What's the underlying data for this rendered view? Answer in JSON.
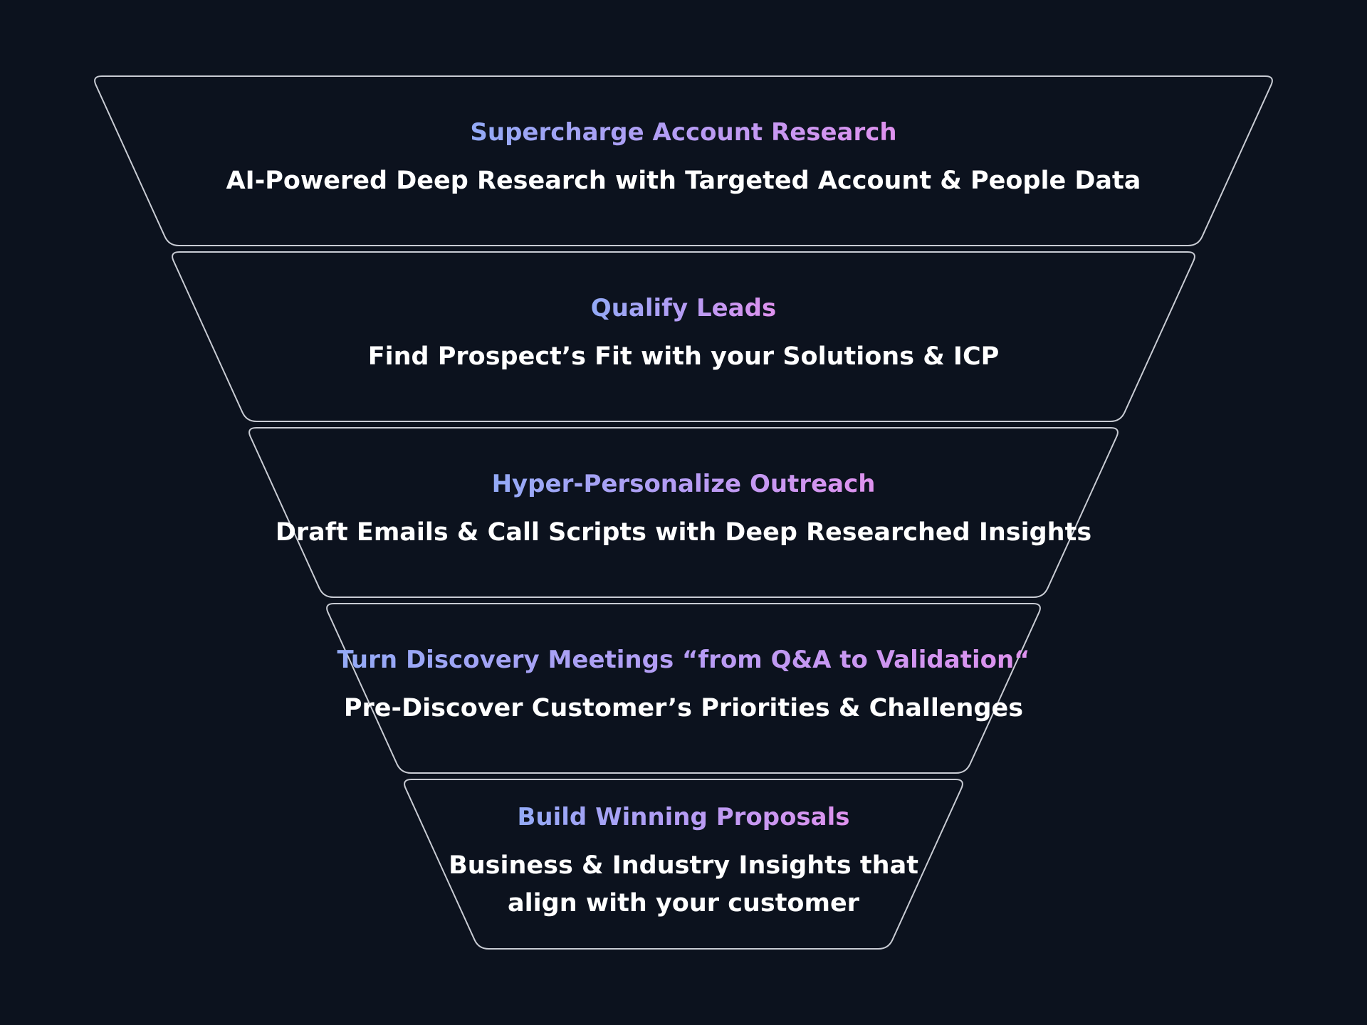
{
  "colors": {
    "background": "#0c121e",
    "outline": "#c9ccd4",
    "title_gradient": [
      "#93aaf6",
      "#b59cf4",
      "#df92ee"
    ],
    "description": "#ffffff"
  },
  "stages": [
    {
      "title": "Supercharge Account Research",
      "description": [
        "AI-Powered Deep Research with Targeted Account & People Data"
      ]
    },
    {
      "title": "Qualify Leads",
      "description": [
        "Find Prospect’s Fit with your Solutions & ICP"
      ]
    },
    {
      "title": "Hyper-Personalize Outreach",
      "description": [
        "Draft Emails & Call Scripts with Deep Researched Insights"
      ]
    },
    {
      "title": "Turn Discovery Meetings “from Q&A to Validation“",
      "description": [
        "Pre-Discover Customer’s Priorities & Challenges"
      ]
    },
    {
      "title": "Build Winning Proposals",
      "description": [
        "Business & Industry Insights that",
        "align with your customer"
      ]
    }
  ]
}
